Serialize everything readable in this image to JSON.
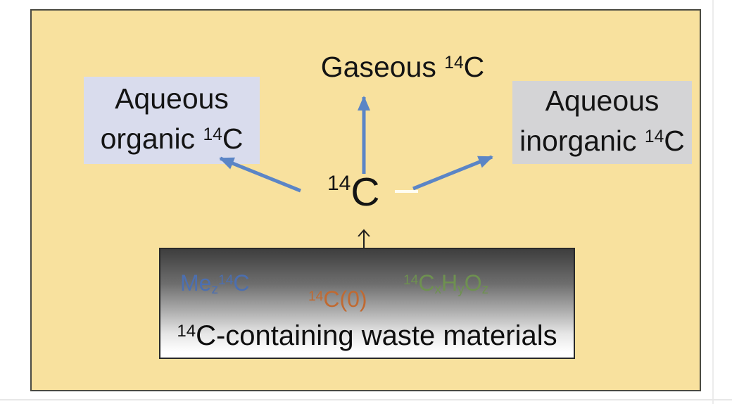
{
  "figure": {
    "type": "flow-diagram",
    "description": "Release and speciation pathways of carbon-14 from waste materials"
  },
  "palette": {
    "diagram_bg": "#F8E19E",
    "diagram_border": "#4a4a42",
    "organic_box_bg": "#D9DCED",
    "inorganic_box_bg": "#D4D4D6",
    "arrow_blue": "#5B85C6",
    "arrow_black": "#1f1f1f",
    "highlight_dash": "#FFFDF2",
    "source_box_gradient_top": "#3e3e3e",
    "source_box_gradient_bottom": "#ffffff",
    "formula_blue": "#4C6FB0",
    "formula_orange": "#C06A32",
    "formula_green": "#6E9150",
    "text_color": "#141414"
  },
  "labels": {
    "gaseous": {
      "prefix": "Gaseous ",
      "isotope": "14",
      "element": "C"
    },
    "aqueous_organic": {
      "line1": "Aqueous",
      "line2_prefix": "organic ",
      "isotope": "14",
      "element": "C"
    },
    "aqueous_inorganic": {
      "line1": "Aqueous",
      "line2_prefix": "inorganic ",
      "isotope": "14",
      "element": "C"
    },
    "central": {
      "isotope": "14",
      "element": "C"
    }
  },
  "source_box": {
    "formula_organometallic": {
      "p1": "Me",
      "sub1": "z",
      "sup1": "14",
      "p2": "C"
    },
    "formula_elemental": {
      "sup1": "14",
      "p1": "C(0)"
    },
    "formula_organic": {
      "sup1": "14",
      "p1": "C",
      "sub1": "x",
      "p2": "H",
      "sub2": "y",
      "p3": "O",
      "sub3": "z"
    },
    "caption": {
      "sup1": "14",
      "text": "C-containing waste materials"
    }
  }
}
